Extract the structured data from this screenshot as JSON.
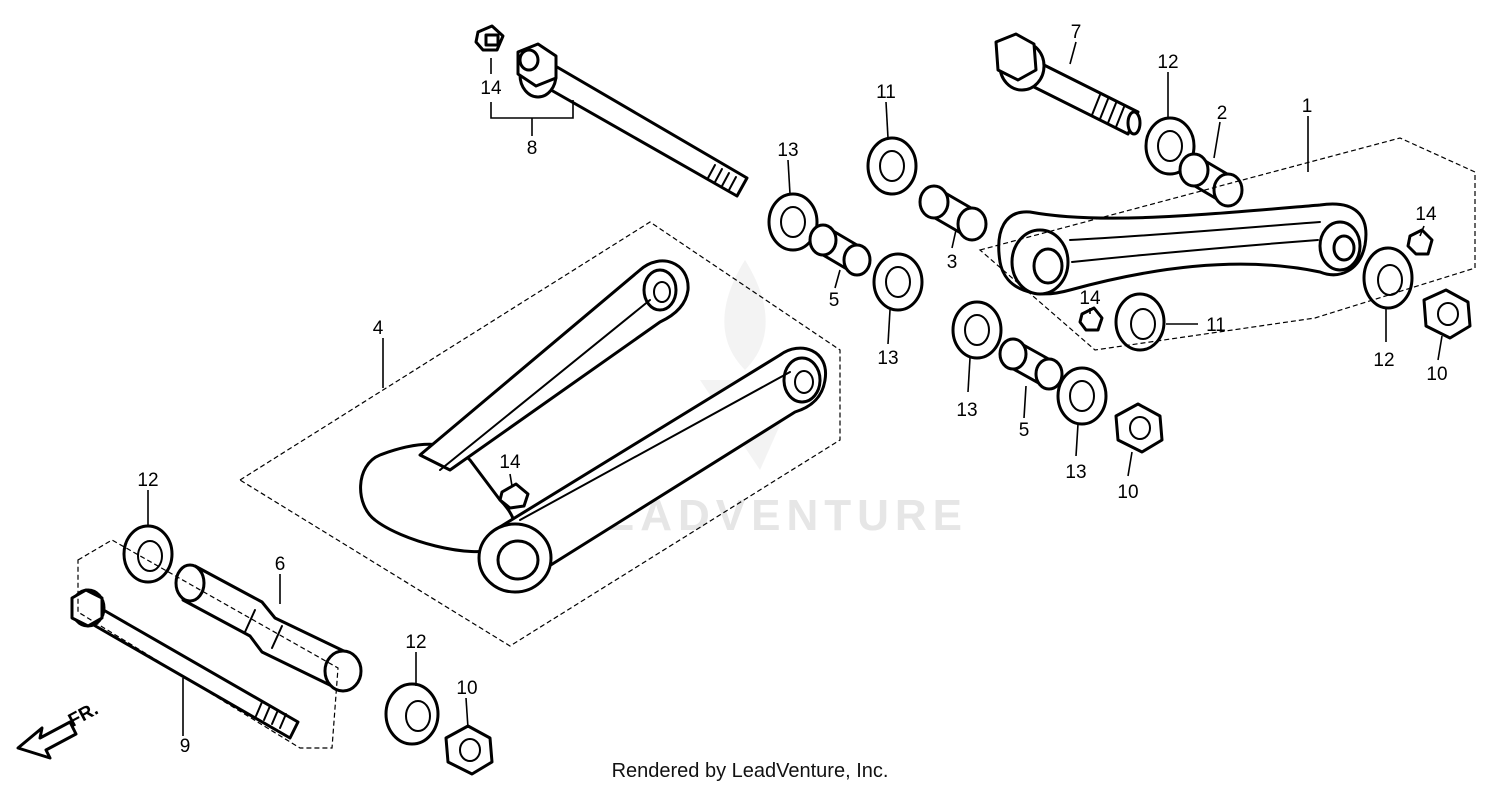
{
  "watermark_text": "LEADVENTURE",
  "footer_text": "Rendered by LeadVenture, Inc.",
  "front_marker": "FR.",
  "colors": {
    "line": "#000000",
    "background": "#ffffff",
    "watermark": "#e6e6e6"
  },
  "callouts": {
    "c1": "1",
    "c2": "2",
    "c3": "3",
    "c4": "4",
    "c5a": "5",
    "c5b": "5",
    "c6": "6",
    "c7": "7",
    "c8": "8",
    "c9": "9",
    "c10a": "10",
    "c10b": "10",
    "c10c": "10",
    "c11a": "11",
    "c11b": "11",
    "c12a": "12",
    "c12b": "12",
    "c12c": "12",
    "c12d": "12",
    "c13a": "13",
    "c13b": "13",
    "c13c": "13",
    "c13d": "13",
    "c14a": "14",
    "c14b": "14",
    "c14c": "14",
    "c14d": "14"
  }
}
